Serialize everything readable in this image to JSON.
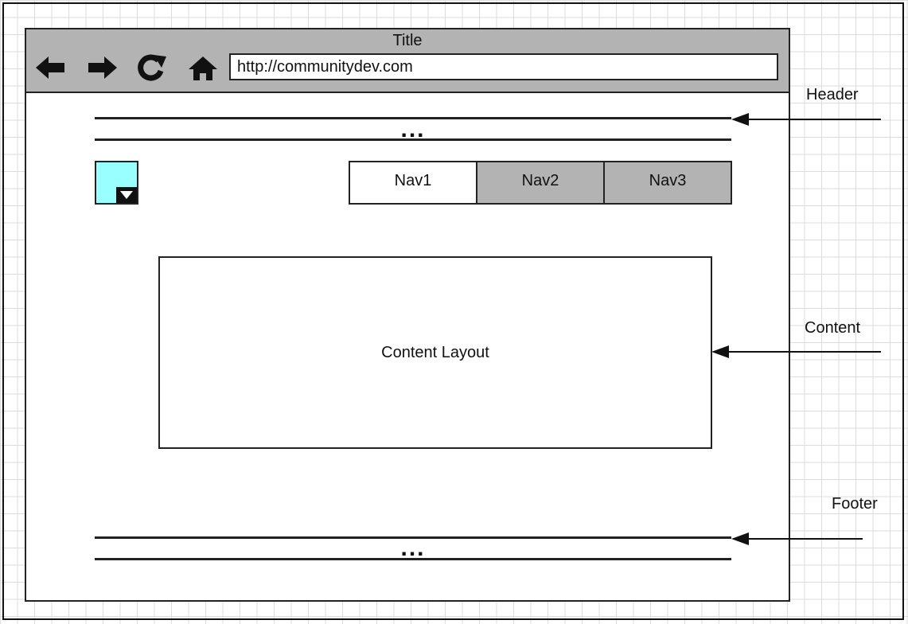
{
  "browser": {
    "title": "Title",
    "url": "http://communitydev.com",
    "toolbar_icons": [
      "back-arrow-icon",
      "forward-arrow-icon",
      "reload-icon",
      "home-icon"
    ]
  },
  "header_bar": {
    "text": "..."
  },
  "widget": {
    "color": "#99ffff",
    "icon": "dropdown-arrow-icon"
  },
  "nav": {
    "items": [
      {
        "label": "Nav1",
        "state": "active"
      },
      {
        "label": "Nav2",
        "state": "inactive"
      },
      {
        "label": "Nav3",
        "state": "inactive"
      }
    ]
  },
  "content": {
    "label": "Content Layout"
  },
  "footer_bar": {
    "text": "..."
  },
  "annotations": {
    "header": "Header",
    "content": "Content",
    "footer": "Footer"
  },
  "colors": {
    "titlebar": "#b3b3b3",
    "nav_inactive": "#b3b3b3",
    "widget": "#99ffff",
    "stroke": "#222222"
  }
}
